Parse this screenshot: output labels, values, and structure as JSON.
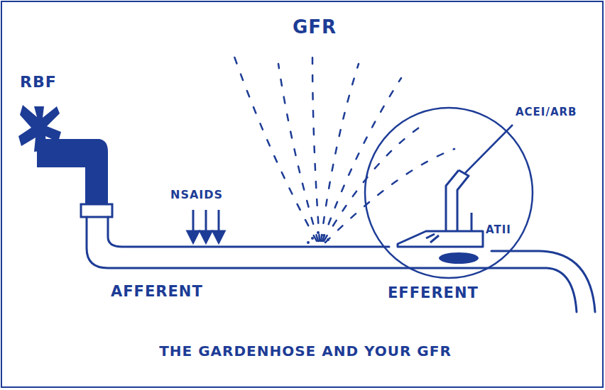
{
  "diagram": {
    "caption": "THE GARDENHOSE AND YOUR GFR",
    "labels": [
      "RBF",
      "GFR",
      "NSAIDS",
      "ACEI/ARB",
      "ATII",
      "AFFERENT",
      "EFFERENT"
    ]
  }
}
